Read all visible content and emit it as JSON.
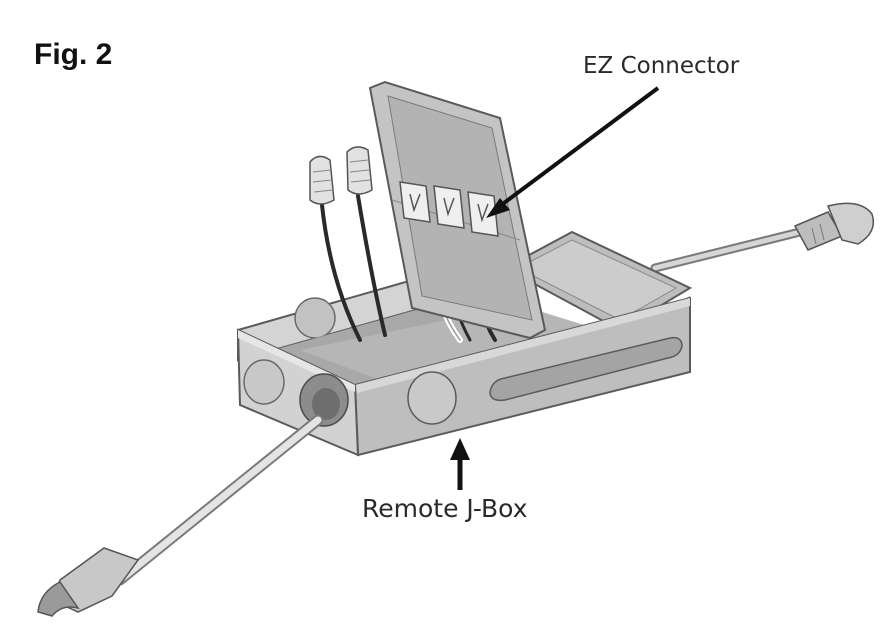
{
  "figure": {
    "title": "Fig. 2"
  },
  "callouts": {
    "ez_connector": "EZ Connector",
    "remote_jbox": "Remote J-Box"
  },
  "colors": {
    "box_face": "#c9c9c9",
    "box_dark": "#9a9a9a",
    "box_light": "#e0e0e0",
    "outline": "#5a5a5a",
    "arrow": "#111111"
  }
}
